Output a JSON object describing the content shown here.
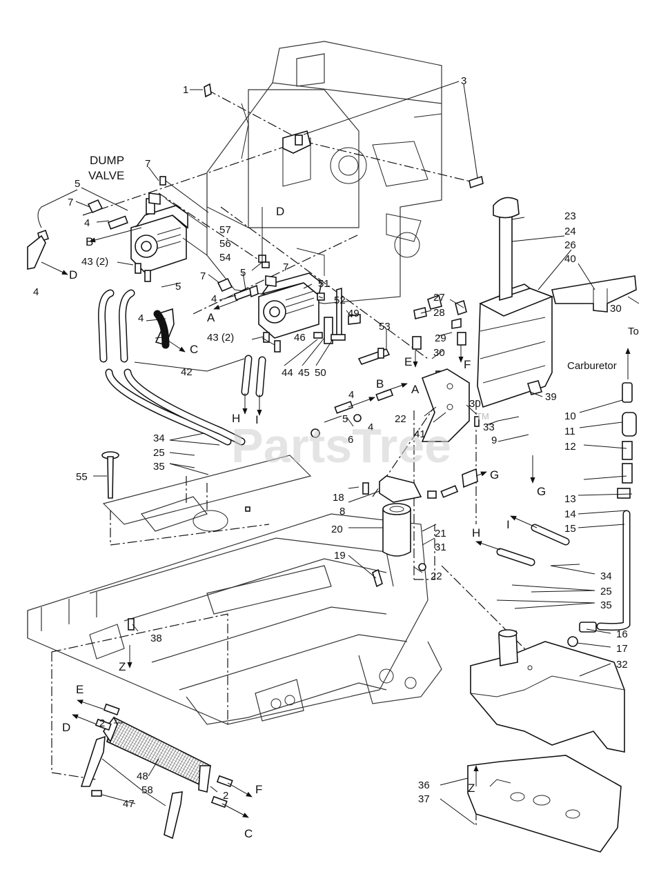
{
  "callouts": {
    "c1": "1",
    "c2": "2",
    "c3": "3",
    "c4": "4",
    "c5": "5",
    "c6": "6",
    "c7": "7",
    "c8": "8",
    "c9": "9",
    "c10": "10",
    "c11": "11",
    "c12": "12",
    "c13": "13",
    "c14": "14",
    "c15": "15",
    "c16": "16",
    "c17": "17",
    "c18": "18",
    "c19": "19",
    "c20": "20",
    "c21": "21",
    "c22": "22",
    "c23": "23",
    "c24": "24",
    "c25": "25",
    "c26": "26",
    "c27": "27",
    "c28": "28",
    "c29": "29",
    "c30": "30",
    "c31": "31",
    "c32": "32",
    "c33": "33",
    "c34": "34",
    "c35": "35",
    "c36": "36",
    "c37": "37",
    "c38": "38",
    "c39": "39",
    "c40": "40",
    "c41": "41",
    "c42": "42",
    "c43": "43 (2)",
    "c44": "44",
    "c45": "45",
    "c46": "46",
    "c47": "47",
    "c48": "48",
    "c49": "49",
    "c50": "50",
    "c51": "51",
    "c52": "52",
    "c53": "53",
    "c54": "54",
    "c55": "55",
    "c56": "56",
    "c57": "57",
    "c58": "58"
  },
  "flow_letters": {
    "A": "A",
    "B": "B",
    "C": "C",
    "D": "D",
    "E": "E",
    "F": "F",
    "G": "G",
    "H": "H",
    "I": "I",
    "Z": "Z"
  },
  "notes": {
    "dump_valve_line1": "DUMP",
    "dump_valve_line2": "VALVE",
    "to_carb_line1": "To",
    "to_carb_line2": "Carburetor"
  },
  "watermark": "PartsTree",
  "trademark": "TM"
}
